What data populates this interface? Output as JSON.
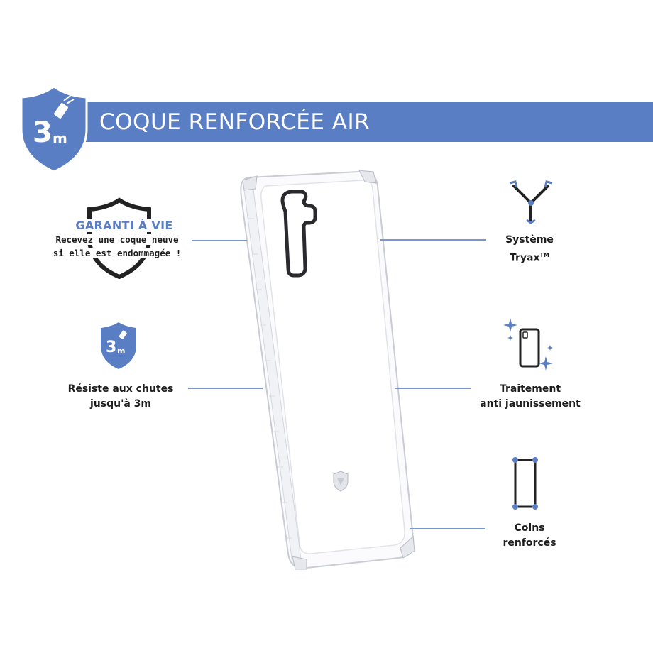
{
  "banner": {
    "title": "COQUE RENFORCÉE AIR",
    "badge_main": "3",
    "badge_unit": "m",
    "color": "#5a7ec4"
  },
  "features_left": {
    "warranty": {
      "title": "GARANTI À VIE",
      "line1": "Recevez une coque neuve",
      "line2": "si elle est endommagée !",
      "icon": "shield-outline-icon"
    },
    "drop": {
      "badge_main": "3",
      "badge_unit": "m",
      "line1": "Résiste aux chutes",
      "line2": "jusqu'à 3m",
      "icon": "drop-shield-icon"
    }
  },
  "features_right": {
    "tryax": {
      "line1": "Système",
      "line2": "Tryax",
      "trademark": "TM",
      "icon": "tryax-icon"
    },
    "anti_yellow": {
      "line1": "Traitement",
      "line2": "anti jaunissement",
      "icon": "sparkle-phone-icon"
    },
    "corners": {
      "line1": "Coins",
      "line2": "renforcés",
      "icon": "reinforced-corners-icon"
    }
  },
  "colors": {
    "accent": "#5a7ec4",
    "line": "#7b96cf",
    "text": "#1d1d1d"
  }
}
